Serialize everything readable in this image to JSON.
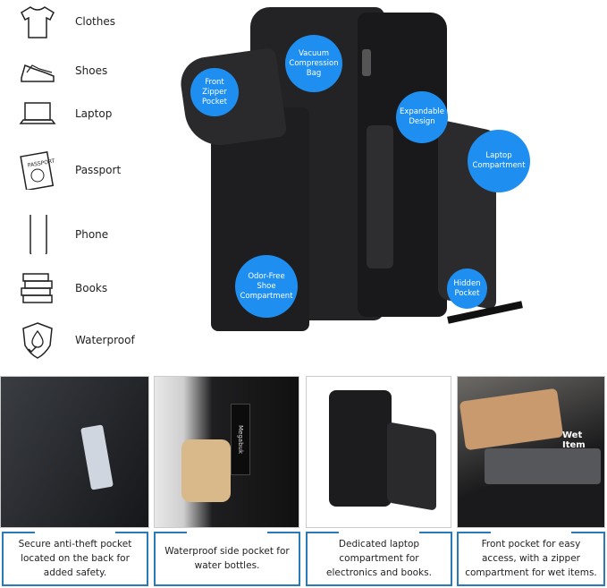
{
  "features": [
    {
      "label": "Clothes",
      "icon": "tshirt-icon"
    },
    {
      "label": "Shoes",
      "icon": "shoes-icon"
    },
    {
      "label": "Laptop",
      "icon": "laptop-icon"
    },
    {
      "label": "Passport",
      "icon": "passport-icon"
    },
    {
      "label": "Phone",
      "icon": "phone-icon"
    },
    {
      "label": "Books",
      "icon": "books-icon"
    },
    {
      "label": "Waterproof",
      "icon": "waterproof-shield-icon"
    }
  ],
  "callouts": {
    "front_zipper": "Front Zipper Pocket",
    "vacuum": "Vacuum Compression Bag",
    "expandable": "Expandable Design",
    "laptop": "Laptop Compartment",
    "hidden": "Hidden Pocket",
    "shoe": "Odor-Free Shoe Compartment"
  },
  "accent_color": "#1e8ff0",
  "panels": [
    {
      "caption": "Secure anti-theft pocket located on the back for added safety."
    },
    {
      "caption": "Waterproof side pocket for water bottles.",
      "tag": "Megabuk"
    },
    {
      "caption": "Dedicated laptop compartment for electronics and books."
    },
    {
      "caption": "Front pocket for easy access, with a zipper compartment for wet items.",
      "overlay": "Wet Item"
    }
  ]
}
